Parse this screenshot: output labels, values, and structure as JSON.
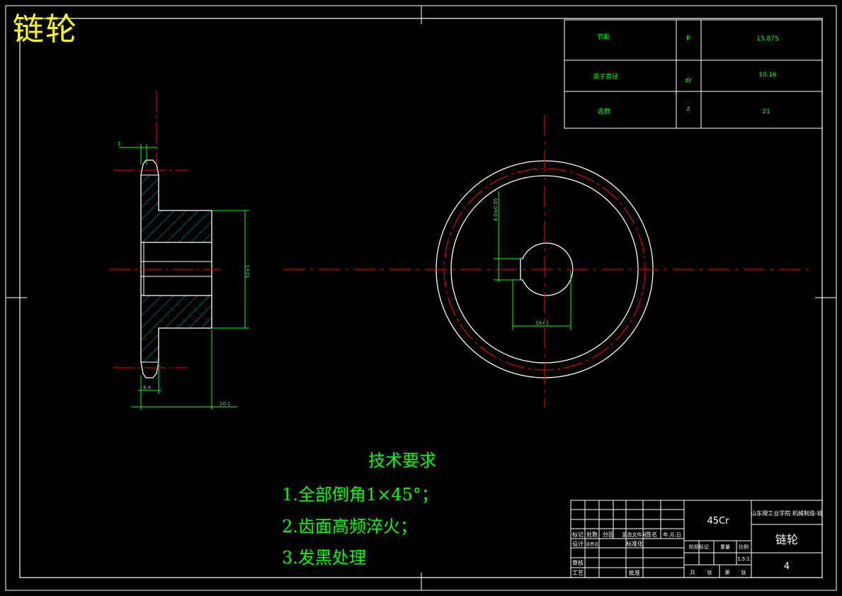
{
  "drawing": {
    "title": "链轮",
    "colors": {
      "outline": "#ffffff",
      "dimension": "#00ff00",
      "centerline": "#ff0000",
      "hatch": "#00a8c8",
      "title_text": "#ffff00"
    }
  },
  "param_table": {
    "rows": [
      {
        "name": "节距",
        "symbol": "p",
        "value": "15.875"
      },
      {
        "name": "滚子直径",
        "symbol": "dr",
        "value": "10.16"
      },
      {
        "name": "齿数",
        "symbol": "z",
        "value": "21"
      }
    ]
  },
  "dimensions": {
    "side_tooth_width": "1",
    "hub_diameter": "52±1",
    "tooth_thickness": "8.4",
    "hub_length": "20-1",
    "key_depth": "4.0±0.05",
    "bore": "18+1"
  },
  "tech_requirements": {
    "heading": "技术要求",
    "items": [
      "1.全部倒角1×45°；",
      "2.齿面高频淬火；",
      "3.发黑处理"
    ]
  },
  "title_block": {
    "material": "45Cr",
    "school": "山东理工业学院 机械制造-班",
    "part_name": "链轮",
    "drawing_no": "4",
    "scale": "1.5:1",
    "header_labels": [
      "标记",
      "处数",
      "分区",
      "更改文件号",
      "签名",
      "年.月.日"
    ],
    "design_row": [
      "设计",
      "张思远",
      "标准化"
    ],
    "check_label": "审核",
    "process_label": "工艺",
    "approve_label": "批准",
    "stage_labels": [
      "阶段标记",
      "重量",
      "比例"
    ],
    "sheet_labels": [
      "共",
      "张",
      "第",
      "张"
    ]
  }
}
